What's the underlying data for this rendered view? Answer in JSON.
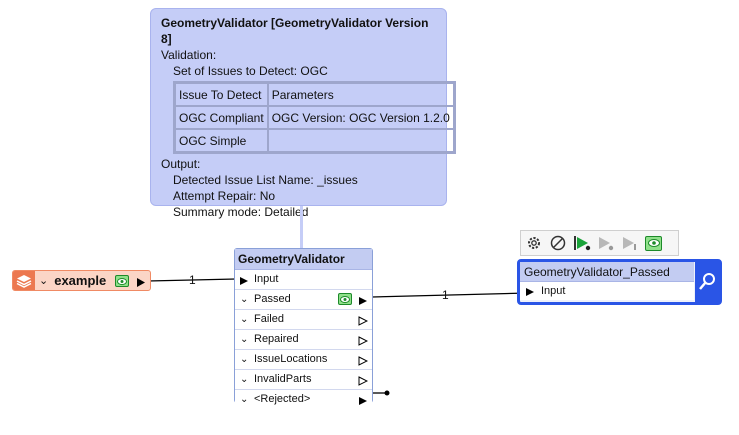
{
  "annotation": {
    "title": "GeometryValidator [GeometryValidator Version 8]",
    "validation_label": "Validation:",
    "issue_set": "Set of Issues to Detect: OGC",
    "table": {
      "headers": [
        "Issue To Detect",
        "Parameters"
      ],
      "rows": [
        [
          "OGC Compliant",
          "OGC Version: OGC Version 1.2.0"
        ],
        [
          "OGC Simple",
          ""
        ]
      ]
    },
    "output_label": "Output:",
    "output_lines": [
      "Detected Issue List Name: _issues",
      "Attempt Repair: No",
      "Summary mode: Detailed"
    ]
  },
  "reader": {
    "label": "example",
    "icon": "layers-icon"
  },
  "transformer": {
    "title": "GeometryValidator",
    "input_port": "Input",
    "output_ports": [
      "Passed",
      "Failed",
      "Repaired",
      "IssueLocations",
      "InvalidParts",
      "<Rejected>"
    ]
  },
  "inspector": {
    "title": "GeometryValidator_Passed",
    "input_port": "Input"
  },
  "connections": {
    "reader_to_transformer": "1",
    "passed_to_inspector": "1"
  },
  "toolbar": {
    "buttons": [
      "gear-icon",
      "disable-icon",
      "run-to-this-icon",
      "run-from-this-icon",
      "run-just-this-icon",
      "view-cache-icon"
    ]
  },
  "colors": {
    "annotation_bg": "#c5cdf7",
    "transformer_header": "#c3ccf2",
    "reader_bg": "#fbd5c6",
    "reader_accent": "#ec7850",
    "inspector_border": "#2a55e6",
    "cache_green": "#8fe08a"
  }
}
